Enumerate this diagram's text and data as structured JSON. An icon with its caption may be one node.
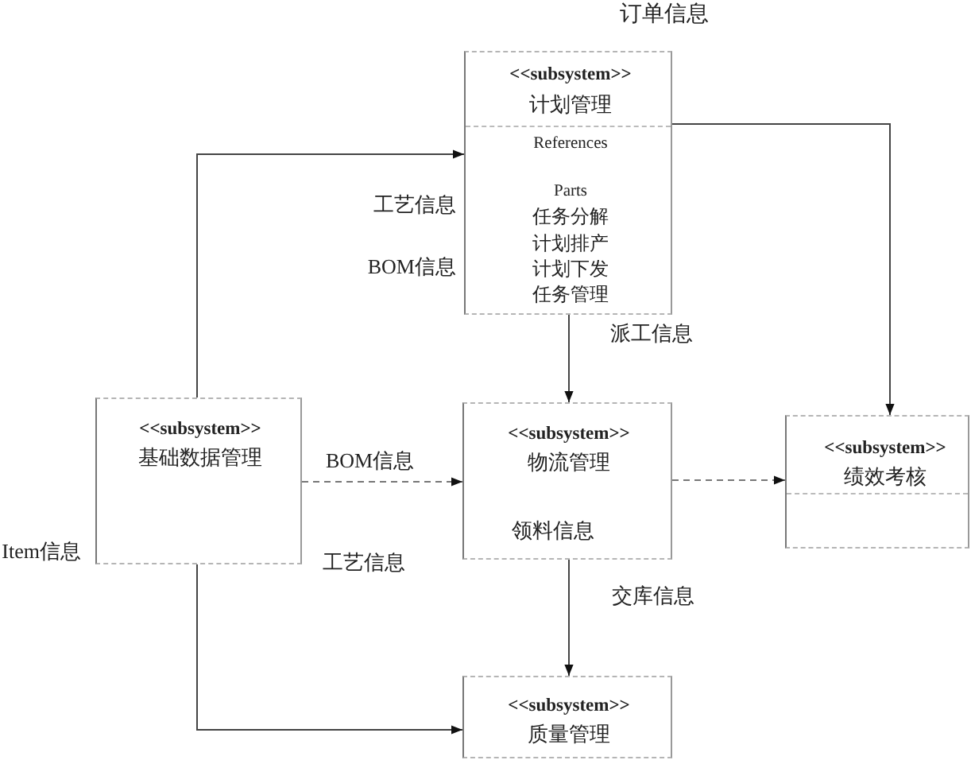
{
  "diagram": {
    "nodes": [
      {
        "text": [
          "<<subsystem>>",
          "计划管理",
          "References",
          "Parts",
          "任务分解",
          "计划排产",
          "计划下发",
          "任务管理"
        ],
        "beside": [
          "工艺信息",
          "BOM信息"
        ]
      },
      {
        "text": [
          "<<subsystem>>",
          "基础数据管理"
        ],
        "beside": [
          "Item信息"
        ]
      },
      {
        "text": [
          "<<subsystem>>",
          "物流管理",
          "领料信息"
        ]
      },
      {
        "text": [
          "<<subsystem>>",
          "绩效考核"
        ]
      },
      {
        "text": [
          "<<subsystem>>",
          "质量管理"
        ]
      }
    ],
    "edges": [
      {
        "from": 1,
        "to": 0,
        "arrow": "to"
      },
      {
        "from": 0,
        "to": 2,
        "arrow": "to",
        "label": "派工信息"
      },
      {
        "from": 0,
        "to": 3,
        "arrow": "to"
      },
      {
        "from": 1,
        "to": 2,
        "arrow": "to",
        "label": "BOM信息",
        "style": "dashed"
      },
      {
        "from": 1,
        "to": 4,
        "arrow": "to"
      },
      {
        "from": 2,
        "to": 3,
        "arrow": "to",
        "style": "dashed"
      },
      {
        "from": 2,
        "to": 4,
        "arrow": "to",
        "label": "交库信息"
      }
    ],
    "labels": [
      "订单信息",
      "工艺信息"
    ]
  }
}
